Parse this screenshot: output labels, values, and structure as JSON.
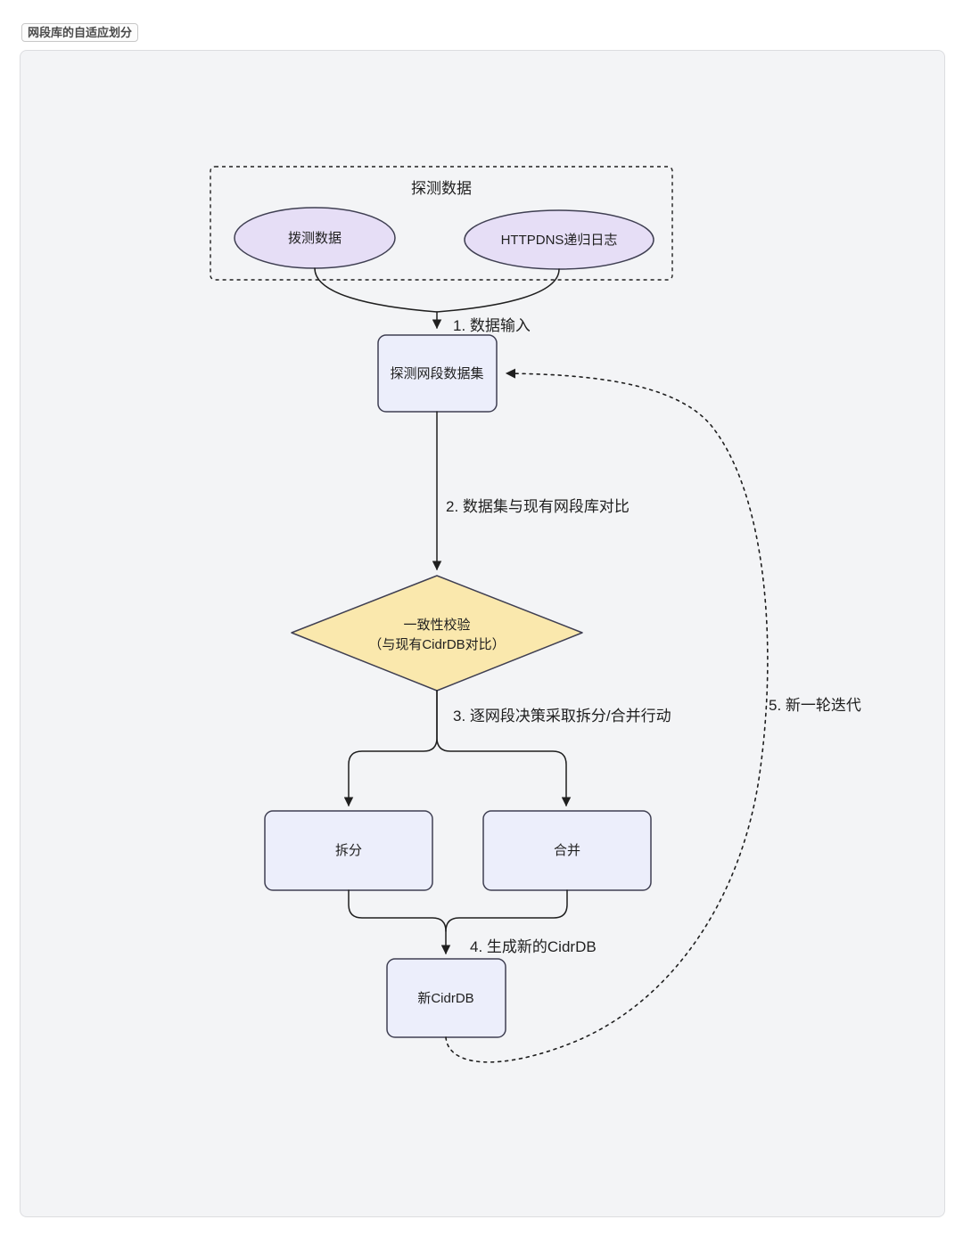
{
  "page": {
    "badge": "网段库的自适应划分"
  },
  "diagram": {
    "colors": {
      "canvas_bg": "#f3f4f6",
      "node_fill": "#eceefb",
      "ellipse_fill": "#e6def6",
      "diamond_fill": "#fae8ad",
      "stroke": "#3f3f52",
      "arrow": "#1f1f1f"
    },
    "cluster": {
      "title": "探测数据"
    },
    "nodes": {
      "dial_test": "拨测数据",
      "httpdns_log": "HTTPDNS递归日志",
      "probe_dataset": "探测网段数据集",
      "consistency_check_line1": "一致性校验",
      "consistency_check_line2": "（与现有CidrDB对比）",
      "split": "拆分",
      "merge": "合并",
      "new_cidrdb": "新CidrDB"
    },
    "edge_labels": {
      "step1": "1. 数据输入",
      "step2": "2. 数据集与现有网段库对比",
      "step3": "3. 逐网段决策采取拆分/合并行动",
      "step4": "4. 生成新的CidrDB",
      "step5": "5. 新一轮迭代"
    }
  }
}
